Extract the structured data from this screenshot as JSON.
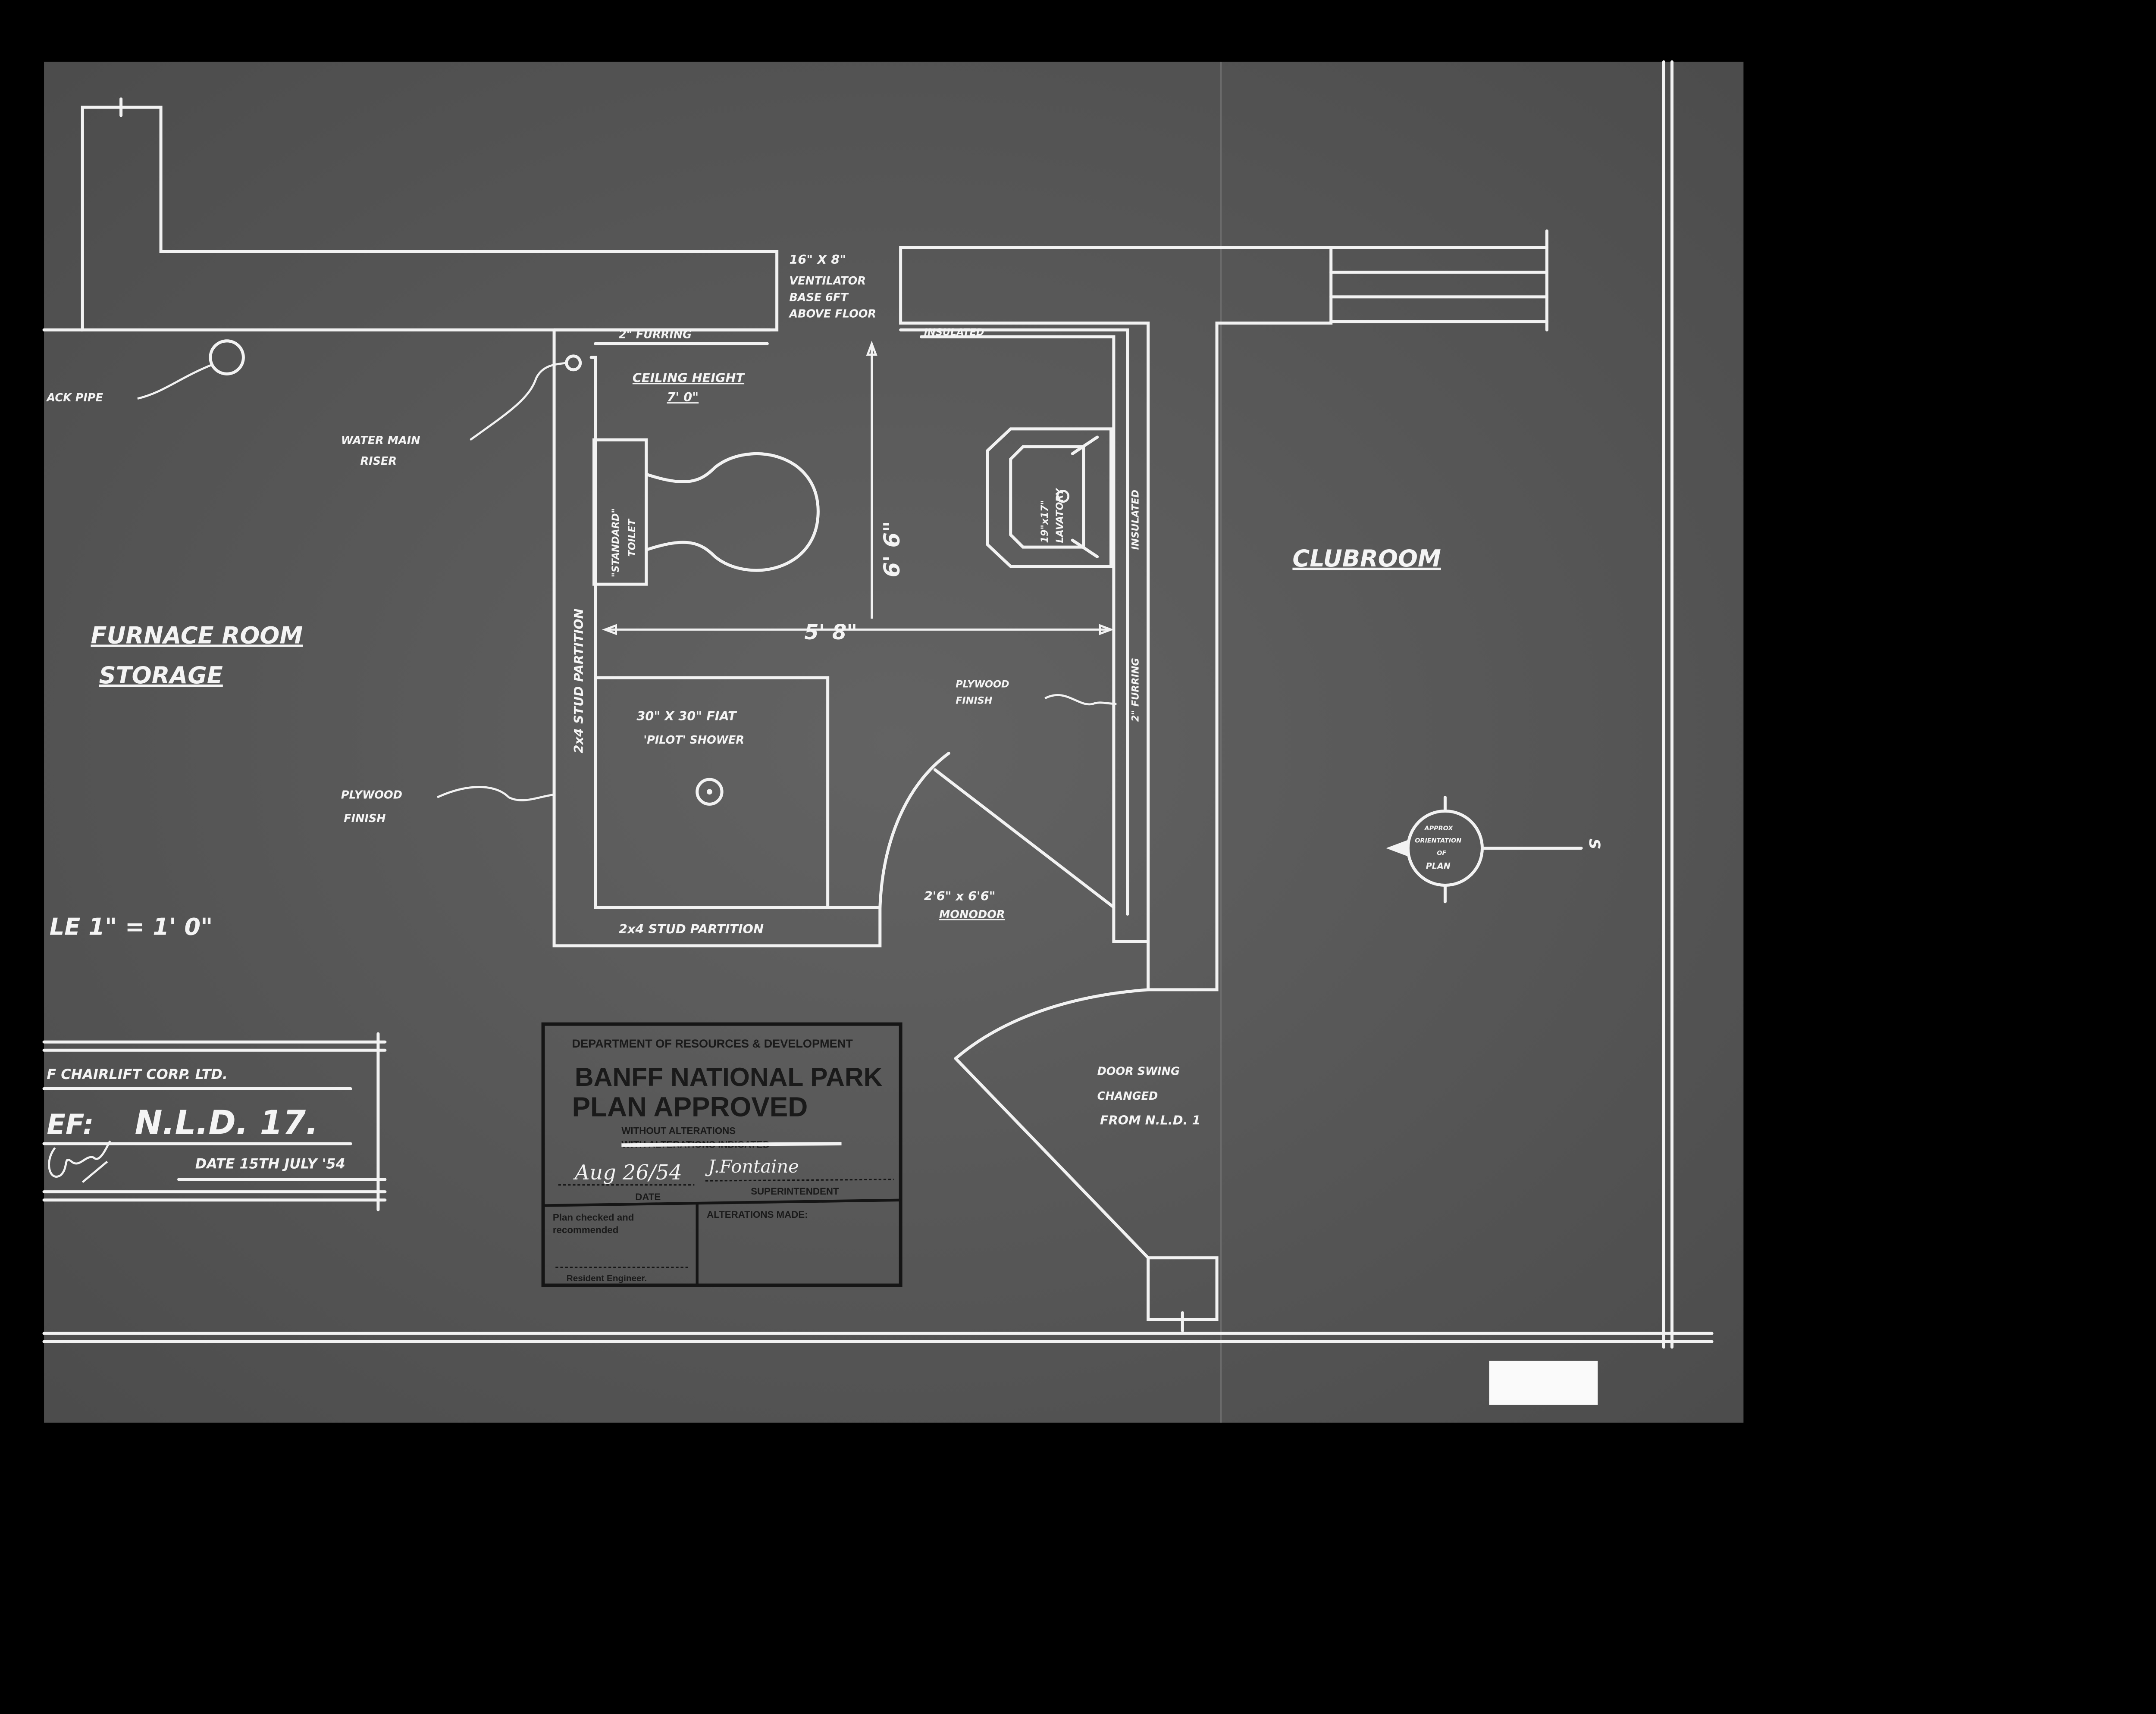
{
  "rooms": {
    "furnace_room": "FURNACE ROOM",
    "storage": "STORAGE",
    "clubroom": "CLUBROOM"
  },
  "notes": {
    "stack_pipe": "ACK PIPE",
    "water_main_1": "WATER MAIN",
    "water_main_2": "RISER",
    "furring_2": "2\" FURRING",
    "ventilator_1": "16\" X 8\"",
    "ventilator_2": "VENTILATOR",
    "ventilator_3": "BASE 6FT",
    "ventilator_4": "ABOVE FLOOR",
    "insulated_top": "INSULATED",
    "insulated_side": "INSULATED",
    "ceiling_height_1": "CEILING HEIGHT",
    "ceiling_height_2": "7' 0\"",
    "toilet_1": "\"STANDARD\"",
    "toilet_2": "TOILET",
    "partition_vertical": "2x4  STUD  PARTITION",
    "height_dim": "6' 6\"",
    "width_dim": "5' 8\"",
    "lavatory_1": "19\"x17\"",
    "lavatory_2": "LAVATORY",
    "furring_side": "2\" FURRING",
    "plywood_right_1": "PLYWOOD",
    "plywood_right_2": "FINISH",
    "shower_1": "30\" X 30\" FIAT",
    "shower_2": "'PILOT' SHOWER",
    "plywood_left_1": "PLYWOOD",
    "plywood_left_2": "FINISH",
    "partition_bottom": "2x4 STUD PARTITION",
    "door_1": "2'6\" x 6'6\"",
    "door_2": "MONODOR",
    "door_swing_1": "DOOR SWING",
    "door_swing_2": "CHANGED",
    "door_swing_3": "FROM N.L.D. 1",
    "scale": "LE   1\" = 1' 0\"",
    "orientation_1": "APPROX",
    "orientation_2": "ORIENTATION",
    "orientation_3": "OF",
    "orientation_4": "PLAN",
    "orientation_dir": "S"
  },
  "title_block": {
    "company": "F   CHAIRLIFT   CORP.  LTD.",
    "ref_label": "EF:",
    "ref_value": "N.L.D. 17.",
    "date": "DATE  15TH JULY '54",
    "signature": "C.Burdett"
  },
  "stamp": {
    "department": "DEPARTMENT OF RESOURCES & DEVELOPMENT",
    "park": "BANFF NATIONAL PARK",
    "status": "PLAN APPROVED",
    "option_1": "WITHOUT ALTERATIONS",
    "option_2": "WITH ALTERATIONS INDICATED",
    "date_handwritten": "Aug 26/54",
    "signature": "J.Fontaine",
    "date_label": "DATE",
    "superintendent_label": "SUPERINTENDENT",
    "checked_1": "Plan checked and",
    "checked_2": "recommended",
    "engineer_label": "Resident Engineer.",
    "alterations_label": "ALTERATIONS MADE:"
  },
  "colors": {
    "background": "#000000",
    "paper": "#5b5b5b",
    "lines": "#f2f2f2"
  }
}
